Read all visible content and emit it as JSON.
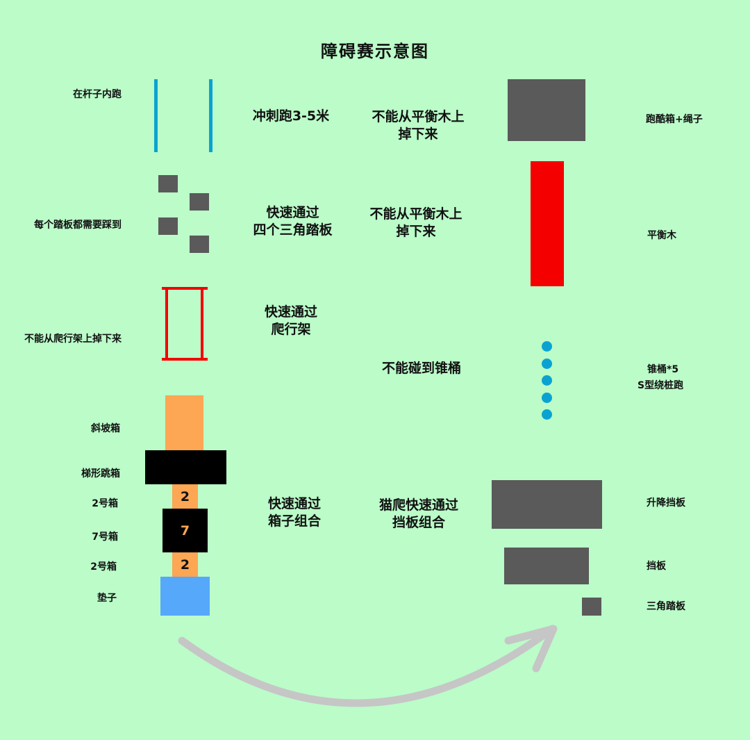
{
  "title": "障碍赛示意图",
  "left_labels": {
    "poles": "在杆子内跑",
    "steps": "每个踏板都需要踩到",
    "frame": "不能从爬行架上掉下来",
    "slope_box": "斜坡箱",
    "trapezoid_box": "梯形跳箱",
    "box2_top": "2号箱",
    "box7": "7号箱",
    "box2_bottom": "2号箱",
    "mat": "垫子"
  },
  "mid_left": {
    "sprint": "冲刺跑3-5米",
    "steps": [
      "快速通过",
      "四个三角踏板"
    ],
    "frame": [
      "快速通过",
      "爬行架"
    ],
    "boxes": [
      "快速通过",
      "箱子组合"
    ]
  },
  "mid_right": {
    "box_rope": [
      "不能从平衡木上",
      "掉下来"
    ],
    "balance": [
      "不能从平衡木上",
      "掉下来"
    ],
    "cones": "不能碰到锥桶",
    "boards": [
      "猫爬快速通过",
      "挡板组合"
    ]
  },
  "right_labels": {
    "box_rope": "跑酷箱+绳子",
    "balance": "平衡木",
    "cones": [
      "锥桶*5",
      "S型绕桩跑"
    ],
    "lift_board": "升降挡板",
    "board": "挡板",
    "triangle": "三角踏板"
  },
  "box_numbers": {
    "top": "2",
    "middle": "7",
    "bottom": "2"
  },
  "colors": {
    "background": "#bbfcc9",
    "gray_block": "#5a5a5a",
    "pole_blue": "#0aa3d1",
    "red": "#f40000",
    "orange": "#fda653",
    "black": "#000000",
    "mat_blue": "#56a8fb",
    "arrow": "#c6c6c6"
  },
  "icons": [
    "curved-arrow-icon"
  ]
}
